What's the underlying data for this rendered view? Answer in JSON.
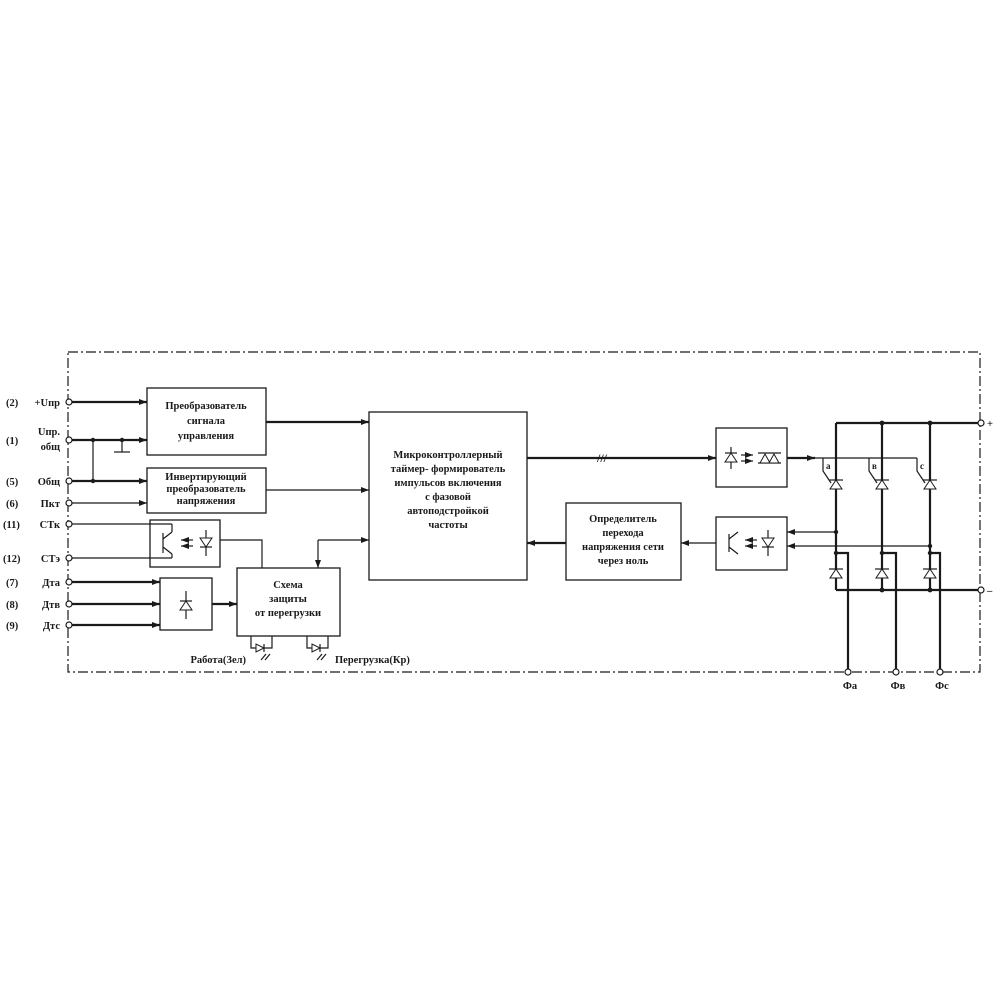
{
  "inputs": {
    "u_upr": {
      "num": "(2)",
      "label": "+Uпр"
    },
    "u_upr_common": {
      "num": "(1)",
      "label_top": "Uпр.",
      "label_bottom": "общ"
    },
    "common": {
      "num": "(5)",
      "label": "Общ"
    },
    "pkt": {
      "num": "(6)",
      "label": "Пкт"
    },
    "stk": {
      "num": "(11)",
      "label": "СТк"
    },
    "ste": {
      "num": "(12)",
      "label": "СТэ"
    },
    "dta": {
      "num": "(7)",
      "label": "Дта"
    },
    "dtv": {
      "num": "(8)",
      "label": "Дтв"
    },
    "dts": {
      "num": "(9)",
      "label": "Дтс"
    }
  },
  "blocks": {
    "signal_converter": [
      "Преобразователь",
      "сигнала",
      "управления"
    ],
    "inverting_converter": [
      "Инвертирующий",
      "преобразователь",
      "напряжения"
    ],
    "mcu_timer": [
      "Микроконтроллерный",
      "таймер- формирователь",
      "импульсов включения",
      "с фазовой",
      "автоподстройкой",
      "частоты"
    ],
    "overload_protection": [
      "Схема",
      "защиты",
      "от перегрузки"
    ],
    "zero_cross_detector": [
      "Определитель",
      "перехода",
      "напряжения сети",
      "через ноль"
    ]
  },
  "indicators": {
    "work": "Работа(Зел)",
    "overload": "Перегрузка(Кр)"
  },
  "bus_mark": "///",
  "gates": [
    "а",
    "в",
    "с"
  ],
  "outputs": {
    "plus": "+",
    "minus": "–",
    "phases": [
      "Фа",
      "Фв",
      "Фс"
    ]
  },
  "colors": {
    "line": "#1a1a1a",
    "background": "#ffffff"
  }
}
